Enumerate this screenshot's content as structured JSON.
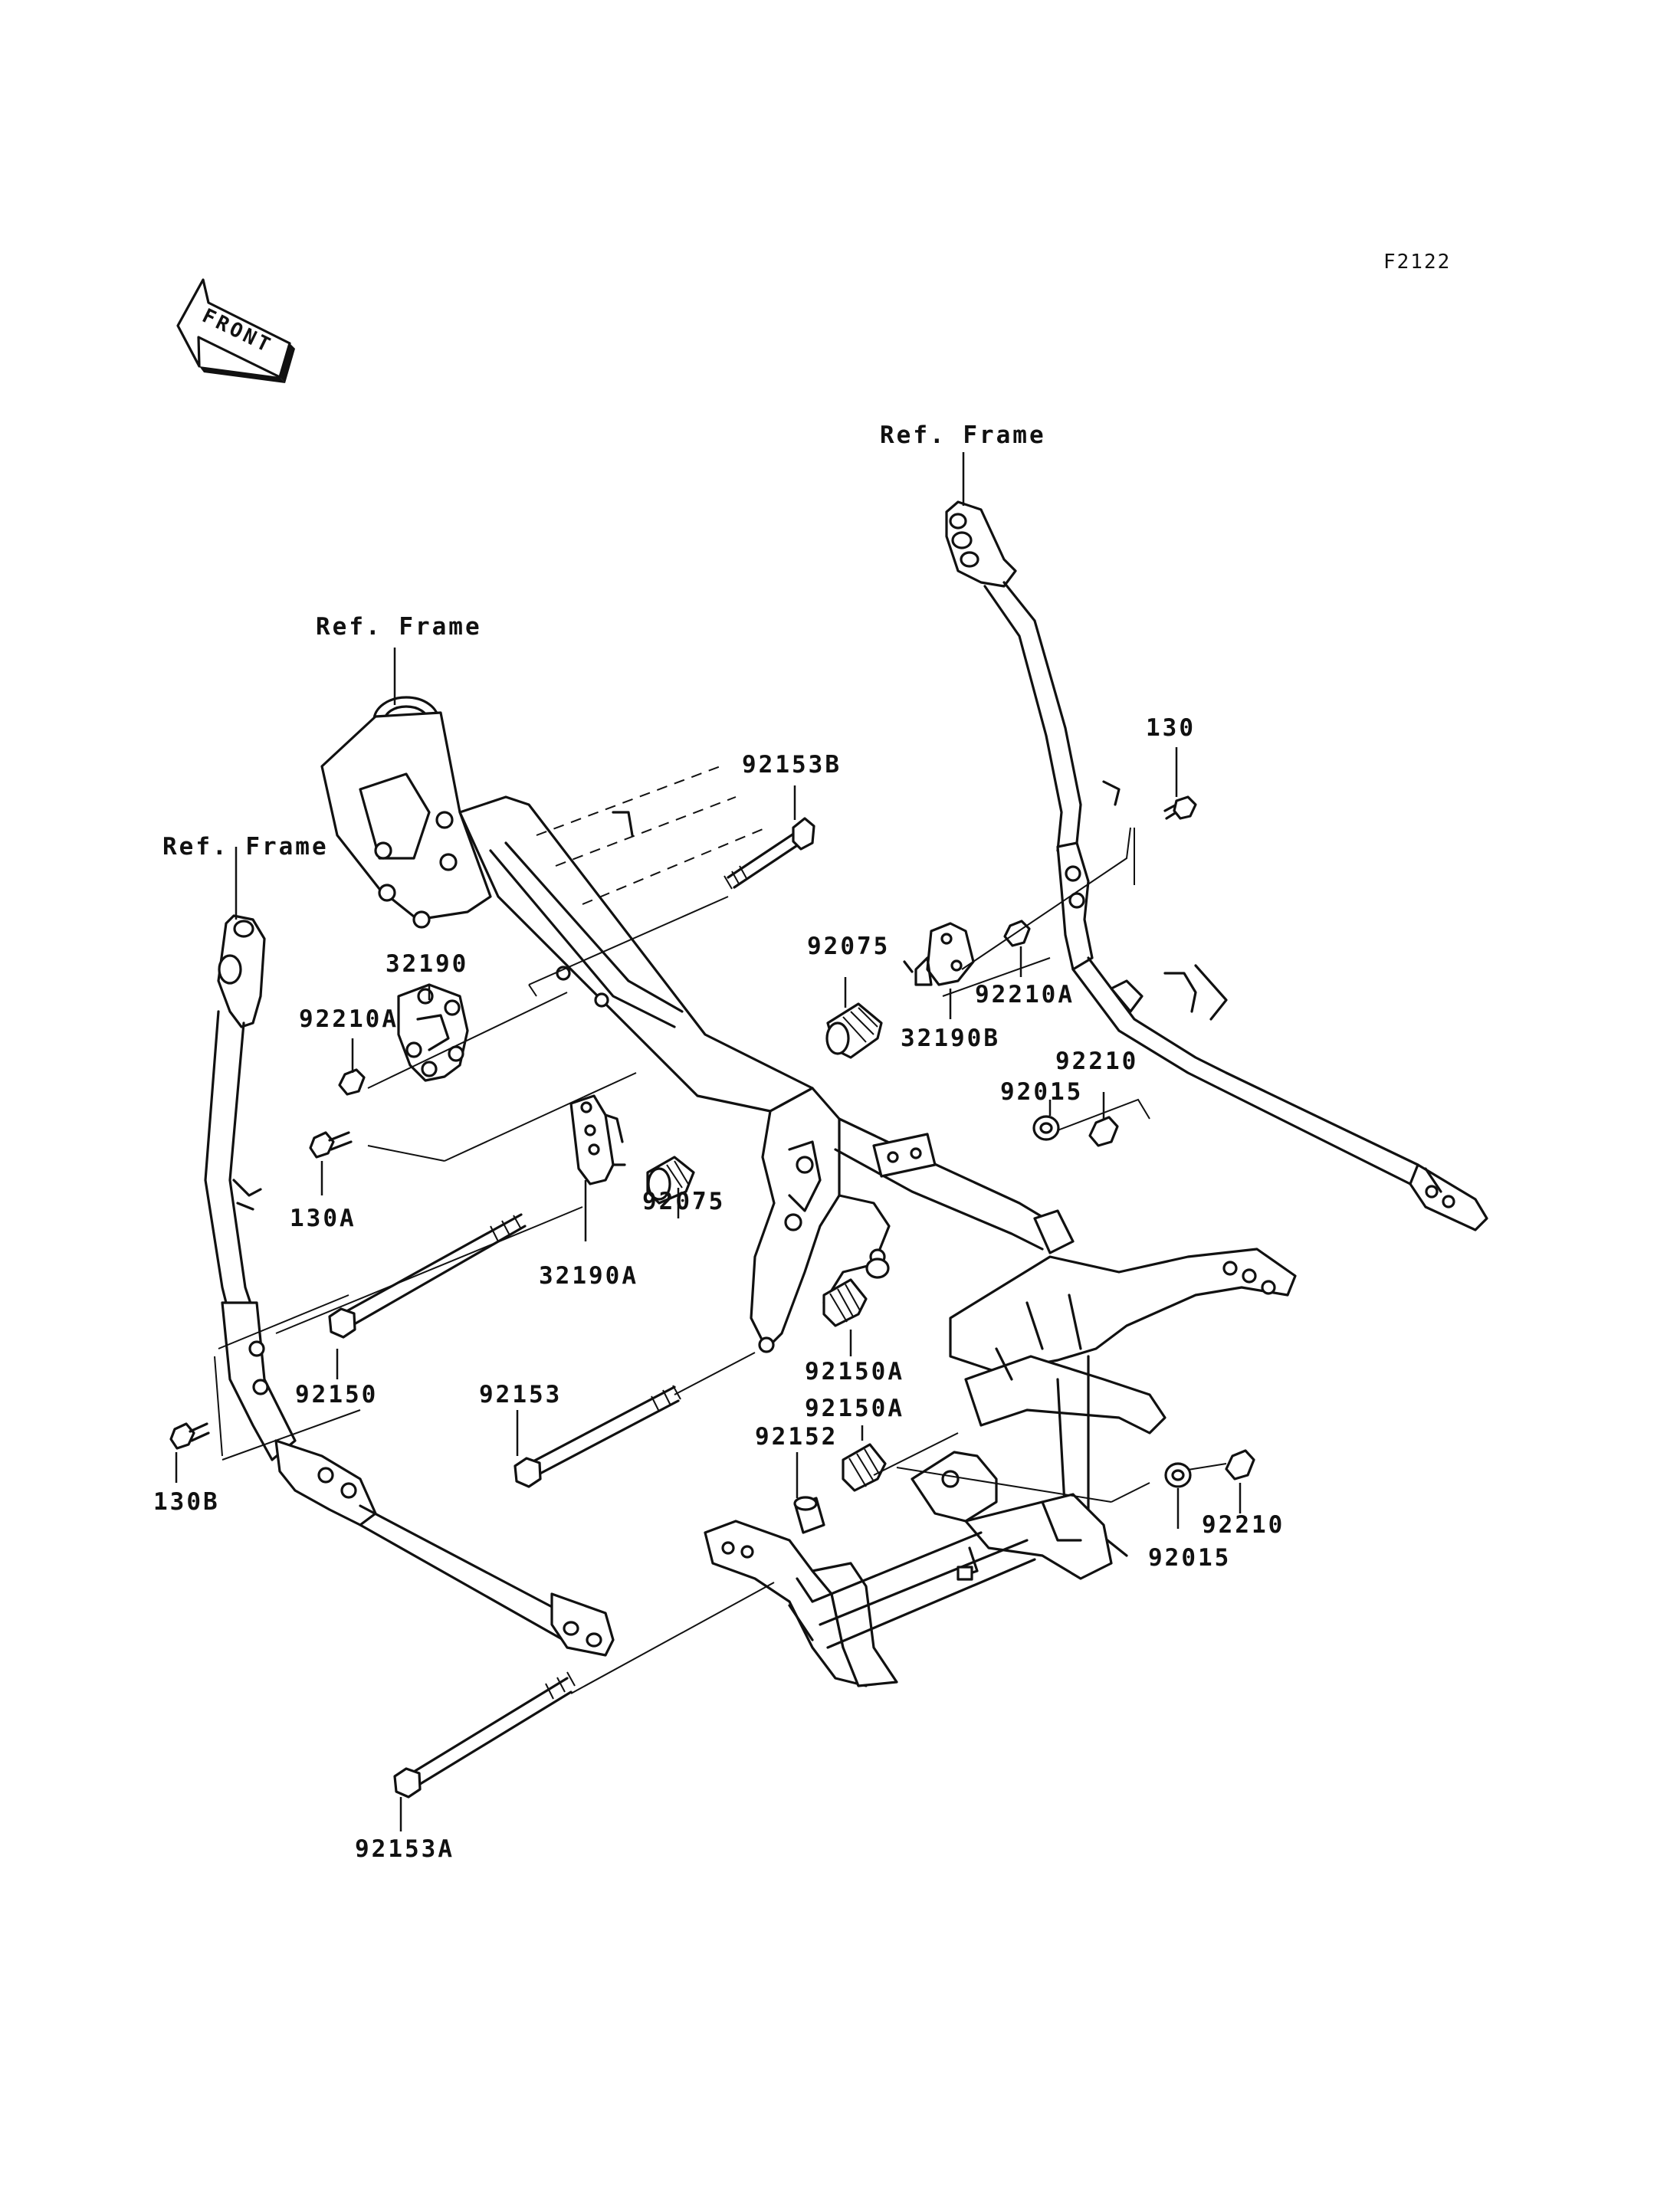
{
  "diagram_code": "F2122",
  "front_arrow_text": "FRONT",
  "ref_labels": [
    "Ref. Frame",
    "Ref. Frame",
    "Ref. Frame"
  ],
  "part_labels": {
    "p130": "130",
    "p130A": "130A",
    "p130B": "130B",
    "p32190": "32190",
    "p32190A": "32190A",
    "p32190B": "32190B",
    "p92015_a": "92015",
    "p92015_b": "92015",
    "p92075_a": "92075",
    "p92075_b": "92075",
    "p92150": "92150",
    "p92150A_a": "92150A",
    "p92150A_b": "92150A",
    "p92152": "92152",
    "p92153": "92153",
    "p92153A": "92153A",
    "p92153B": "92153B",
    "p92210_a": "92210",
    "p92210_b": "92210",
    "p92210A_a": "92210A",
    "p92210A_b": "92210A"
  }
}
